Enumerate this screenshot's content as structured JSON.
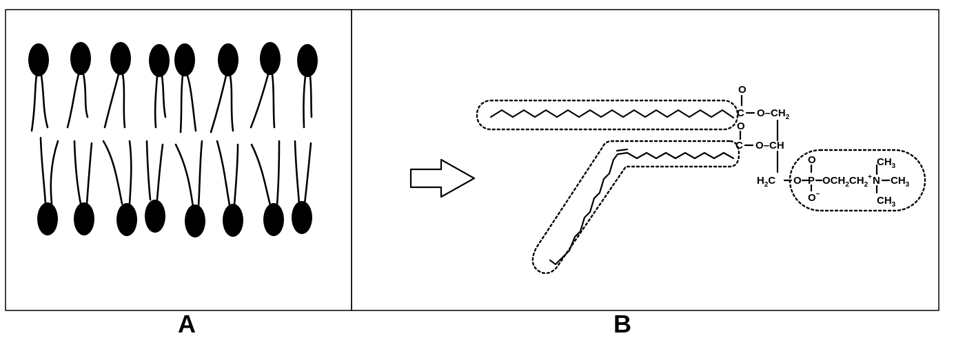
{
  "panels": {
    "a": {
      "label": "A"
    },
    "b": {
      "label": "B"
    }
  },
  "molecule": {
    "glycerol_ch2_top": "O–CH",
    "glycerol_ch": "O–CH",
    "glycerol_h2c": "H",
    "carbonyl_o": "O",
    "carbonyl_c": "C",
    "phosphate_o": "O",
    "phosphate_p": "P",
    "phosphate_o_minus": "O",
    "choline_chain": "OCH",
    "nitrogen": "N",
    "methyl": "CH",
    "subscript_2": "2",
    "subscript_3": "3",
    "plus": "+",
    "minus": "−"
  }
}
